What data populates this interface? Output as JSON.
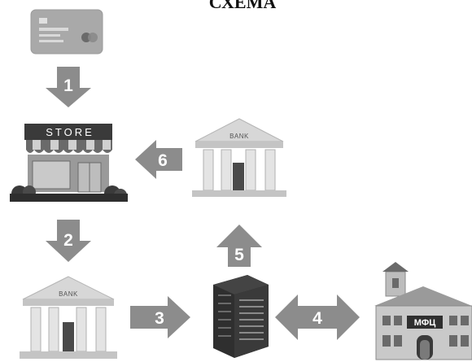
{
  "title": "СХЕМА",
  "steps": [
    {
      "number": "1"
    },
    {
      "number": "2"
    },
    {
      "number": "3"
    },
    {
      "number": "4"
    },
    {
      "number": "5"
    },
    {
      "number": "6"
    }
  ],
  "nodes": {
    "card": {
      "icon": "credit-card-icon"
    },
    "store": {
      "icon": "store-icon",
      "label": "STORE"
    },
    "bank_top": {
      "icon": "bank-icon",
      "label": "BANK"
    },
    "bank_bottom": {
      "icon": "bank-icon",
      "label": "BANK"
    },
    "server": {
      "icon": "server-rack-icon"
    },
    "mfc": {
      "icon": "government-building-icon",
      "label": "МФЦ"
    }
  },
  "colors": {
    "arrow": "#8c8c8c",
    "dark": "#3a3a3a",
    "light": "#d7d7d7"
  }
}
